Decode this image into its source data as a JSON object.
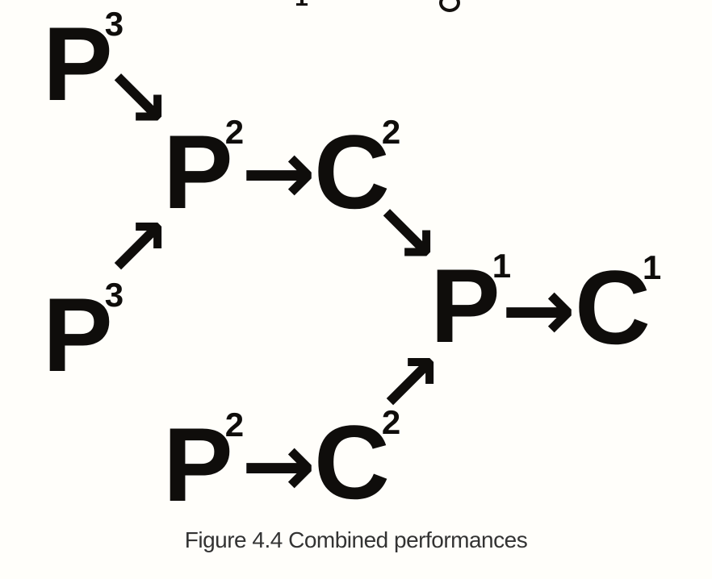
{
  "figure": {
    "caption": "Figure 4.4 Combined performances",
    "ink_color": "#0f0d0b",
    "caption_color": "#333333",
    "background_color": "#fffefa"
  },
  "diagram": {
    "nodes": {
      "p3_top": {
        "base": "P",
        "sup": "3"
      },
      "p2_mid": {
        "base": "P",
        "sup": "2"
      },
      "c2_mid": {
        "base": "C",
        "sup": "2"
      },
      "p3_left": {
        "base": "P",
        "sup": "3"
      },
      "p1": {
        "base": "P",
        "sup": "1"
      },
      "c1": {
        "base": "C",
        "sup": "1"
      },
      "p2_bottom": {
        "base": "P",
        "sup": "2"
      },
      "c2_bottom": {
        "base": "C",
        "sup": "2"
      }
    },
    "arrows": {
      "p3top_to_p2mid": "↘",
      "p3left_to_p2mid": "↗",
      "p2mid_to_c2mid": "→",
      "c2mid_to_p1": "↘",
      "p1_to_c1": "→",
      "c2bottom_to_p1": "↗",
      "p2bottom_to_c2bottom": "→"
    }
  }
}
